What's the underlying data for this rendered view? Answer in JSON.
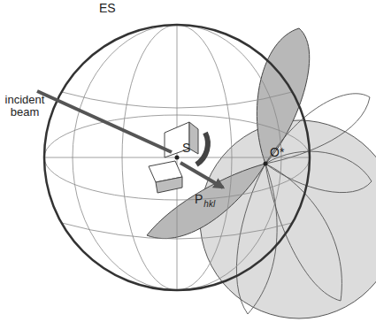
{
  "diagram": {
    "labels": [
      "ES",
      "incident beam",
      "S",
      "O*",
      "P",
      "hkl"
    ]
  }
}
